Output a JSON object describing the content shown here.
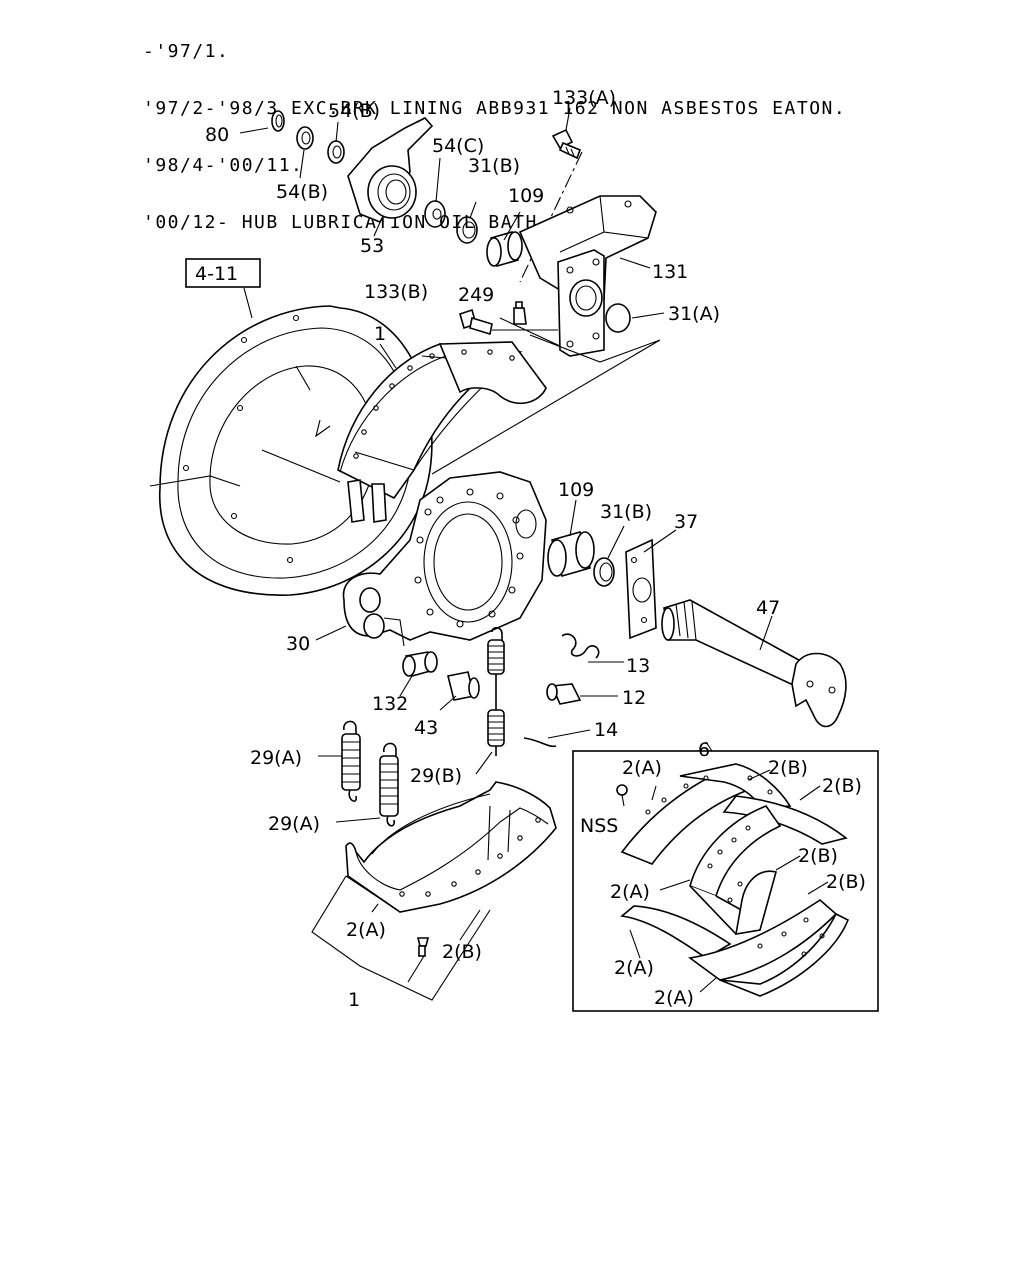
{
  "header_lines": [
    "-'97/1.",
    "'97/2-'98/3 EXC.BRK LINING ABB931 162 NON ASBESTOS EATON.",
    "'98/4-'00/11.",
    "'00/12- HUB LUBRICATION OIL BATH"
  ],
  "callouts": {
    "c80": "80",
    "c54b_top": "54(B)",
    "c54b_low": "54(B)",
    "c54c": "54(C)",
    "c31b_top": "31(B)",
    "c109_top": "109",
    "c133a": "133(A)",
    "c53": "53",
    "c131": "131",
    "c133b": "133(B)",
    "c249": "249",
    "c31a": "31(A)",
    "c411": "4-11",
    "c1_top": "1",
    "c109_mid": "109",
    "c31b_mid": "31(B)",
    "c37": "37",
    "c47": "47",
    "c30": "30",
    "c13": "13",
    "c12": "12",
    "c132": "132",
    "c43": "43",
    "c14": "14",
    "c29a_1": "29(A)",
    "c29a_2": "29(A)",
    "c29b": "29(B)",
    "c2a_left": "2(A)",
    "c2b_left": "2(B)",
    "c1_bottom": "1",
    "c6": "6",
    "c2a_box1": "2(A)",
    "c2b_box1": "2(B)",
    "c2b_box2": "2(B)",
    "c_nss": "NSS",
    "c2b_box3": "2(B)",
    "c2a_box2": "2(A)",
    "c2b_box4": "2(B)",
    "c2a_box3": "2(A)",
    "c2a_box4": "2(A)"
  }
}
